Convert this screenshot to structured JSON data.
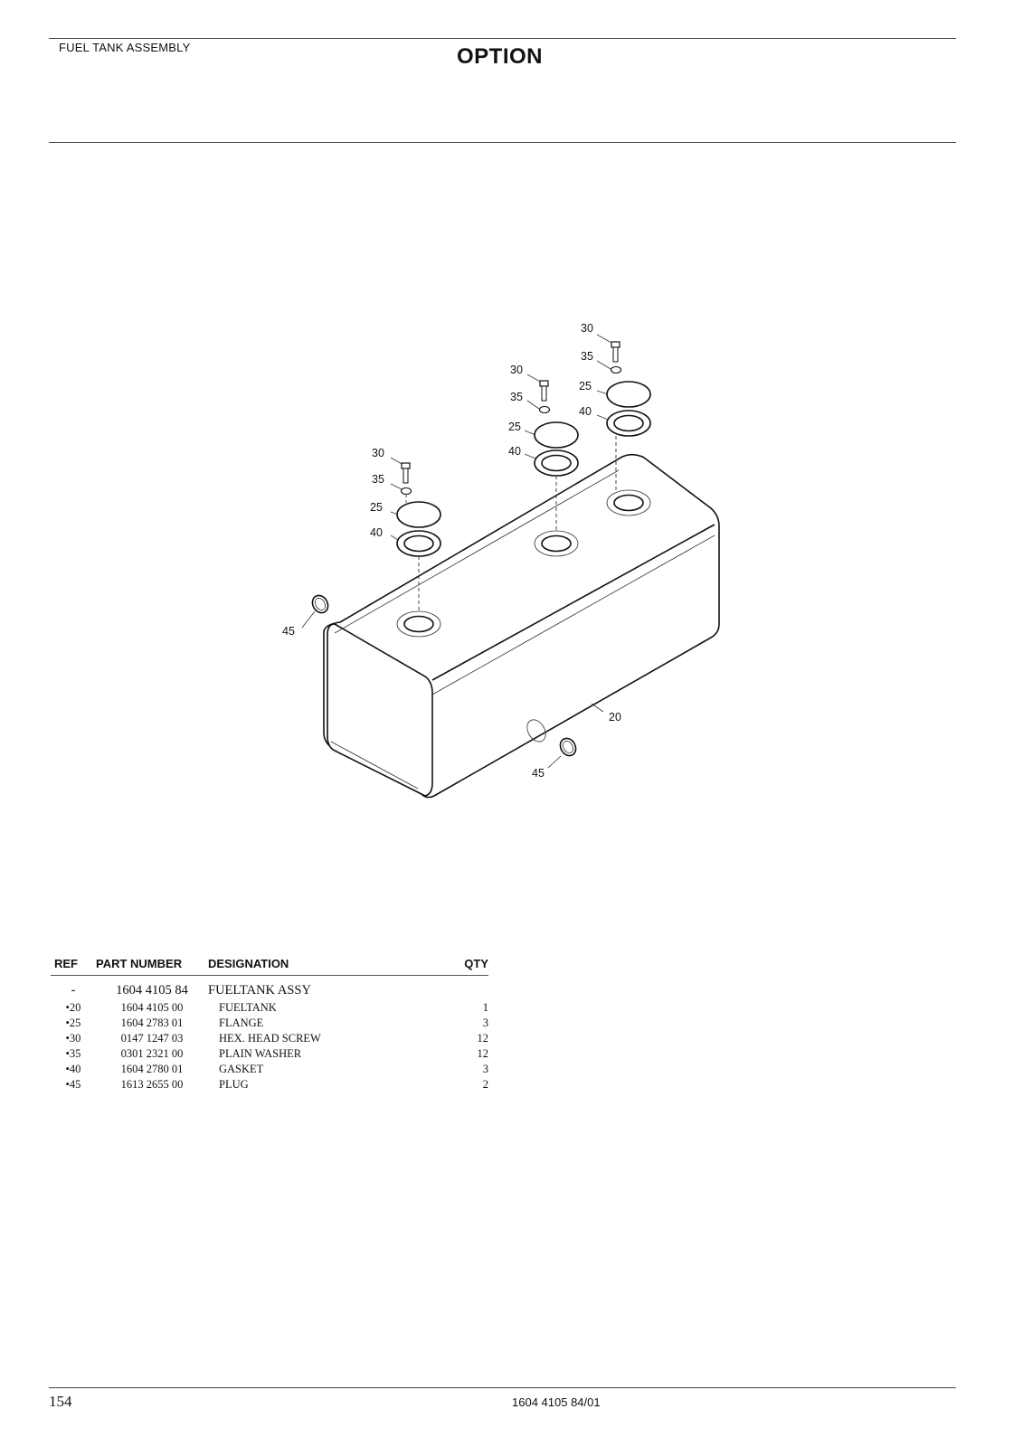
{
  "header": {
    "section_title": "FUEL TANK ASSEMBLY",
    "option_label": "OPTION"
  },
  "diagram": {
    "callouts": [
      "30",
      "35",
      "25",
      "40",
      "30",
      "35",
      "25",
      "40",
      "30",
      "35",
      "25",
      "40",
      "45",
      "20",
      "45"
    ]
  },
  "parts_table": {
    "columns": [
      "REF",
      "PART NUMBER",
      "DESIGNATION",
      "QTY"
    ],
    "assembly": {
      "ref": "-",
      "part_number": "1604 4105 84",
      "designation": "FUELTANK ASSY",
      "qty": ""
    },
    "rows": [
      {
        "ref": "•20",
        "part_number": "1604 4105 00",
        "designation": "FUELTANK",
        "qty": "1"
      },
      {
        "ref": "•25",
        "part_number": "1604 2783 01",
        "designation": "FLANGE",
        "qty": "3"
      },
      {
        "ref": "•30",
        "part_number": "0147 1247 03",
        "designation": "HEX. HEAD SCREW",
        "qty": "12"
      },
      {
        "ref": "•35",
        "part_number": "0301 2321 00",
        "designation": "PLAIN WASHER",
        "qty": "12"
      },
      {
        "ref": "•40",
        "part_number": "1604 2780 01",
        "designation": "GASKET",
        "qty": "3"
      },
      {
        "ref": "•45",
        "part_number": "1613 2655 00",
        "designation": "PLUG",
        "qty": "2"
      }
    ]
  },
  "footer": {
    "page_number": "154",
    "document_number": "1604 4105 84/01"
  }
}
